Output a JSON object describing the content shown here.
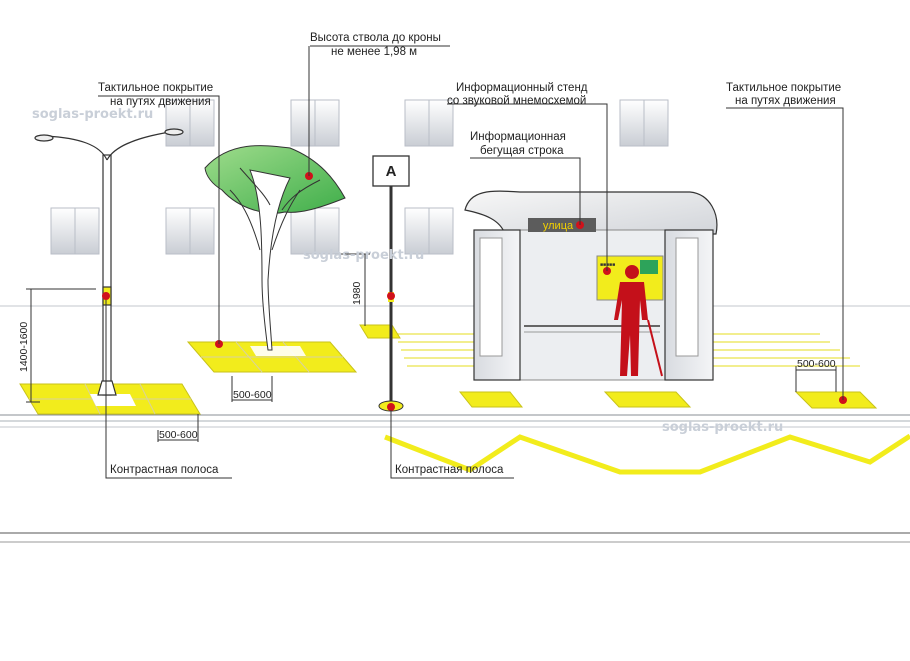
{
  "watermark": "soglas-proekt.ru",
  "labels": {
    "tactile_left_1": "Тактильное покрытие",
    "tactile_left_2": "на путях движения",
    "trunk_1": "Высота ствола до кроны",
    "trunk_2": "не менее 1,98 м",
    "info_stand_1": "Информационный стенд",
    "info_stand_2": "со звуковой мнемосхемой",
    "ticker_1": "Информационная",
    "ticker_2": "бегущая строка",
    "tactile_right_1": "Тактильное покрытие",
    "tactile_right_2": "на путях движения",
    "contrast_left": "Контрастная полоса",
    "contrast_mid": "Контрастная полоса"
  },
  "dimensions": {
    "pole_height": "1400-1600",
    "sign_height": "1980",
    "tree_tile": "500-600",
    "lamp_tile": "500-600",
    "right_tile": "500-600"
  },
  "sign": {
    "letter": "А"
  },
  "shelter": {
    "street_name": "улица"
  },
  "colors": {
    "tactile": "#f2ec1c",
    "marker": "#d0111b",
    "person": "#c4101a",
    "line": "#333333",
    "building": "#e6e9ef"
  }
}
